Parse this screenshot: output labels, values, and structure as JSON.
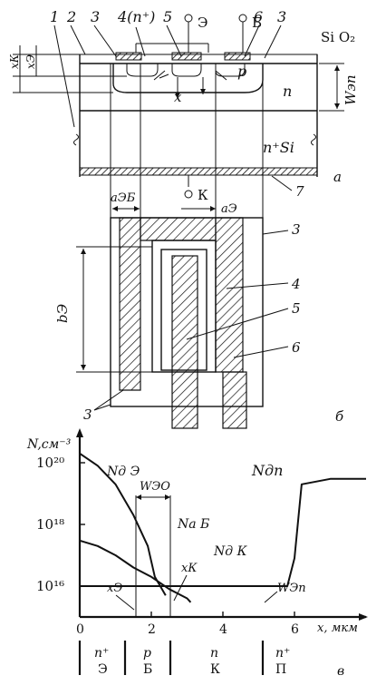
{
  "figure_a": {
    "top_labels": [
      "1",
      "2",
      "3",
      "4(n⁺)",
      "5",
      "6",
      "3"
    ],
    "terminal_e": "Э",
    "terminal_b": "Б",
    "oxide": "Si O₂",
    "p_label": "p",
    "n_label": "n",
    "substrate": "n⁺Si",
    "x_label": "x",
    "w_label": "Wэп",
    "xk_label": "xК",
    "xe_label": "xЭ",
    "layer_7": "7",
    "panel": "а"
  },
  "figure_b": {
    "terminal_k": "К",
    "a_eb": "aЭБ",
    "a_e": "aЭ",
    "b_e": "bЭ",
    "num_3": "3",
    "num_4": "4",
    "num_5": "5",
    "num_6": "6",
    "num_3b": "3",
    "panel": "б"
  },
  "chart_data": {
    "type": "line",
    "yscale": "log",
    "ylabel": "N,см⁻³",
    "xlabel": "x, мкм",
    "xlim": [
      0,
      8
    ],
    "ylim": [
      1000000000000000.0,
      1e+21
    ],
    "x_ticks": [
      "0",
      "2",
      "4",
      "6"
    ],
    "y_ticks": [
      "10²⁰",
      "10¹⁸",
      "10¹⁶"
    ],
    "series": [
      {
        "name": "Nд Э",
        "x": [
          0,
          0.5,
          1.0,
          1.5,
          1.9,
          2.1,
          2.4
        ],
        "y": [
          2e+20,
          8e+19,
          2e+19,
          2e+18,
          2e+17,
          2e+16,
          5000000000000000.0
        ]
      },
      {
        "name": "Nа Б",
        "x": [
          0,
          0.5,
          1.0,
          1.5,
          2.0,
          2.5,
          3.0,
          3.1
        ],
        "y": [
          3e+17,
          2e+17,
          1e+17,
          4e+16,
          2e+16,
          8000000000000000.0,
          4000000000000000.0,
          3000000000000000.0
        ]
      },
      {
        "name": "Nд К",
        "x": [
          0,
          2,
          4,
          5.8,
          6.0,
          6.2,
          7.0,
          8.0
        ],
        "y": [
          1e+16,
          1e+16,
          1e+16,
          1e+16,
          8e+16,
          2e+19,
          3e+19,
          3e+19
        ]
      }
    ],
    "annotations": {
      "w_eo": "WЭО",
      "n_dp": "Nдп",
      "x_e": "xЭ",
      "x_k": "xК",
      "w_ep": "WЭп"
    },
    "regions": [
      {
        "top": "n⁺",
        "bottom": "Э"
      },
      {
        "top": "p",
        "bottom": "Б"
      },
      {
        "top": "n",
        "bottom": "К"
      },
      {
        "top": "n⁺",
        "bottom": "П"
      }
    ],
    "panel": "в"
  }
}
